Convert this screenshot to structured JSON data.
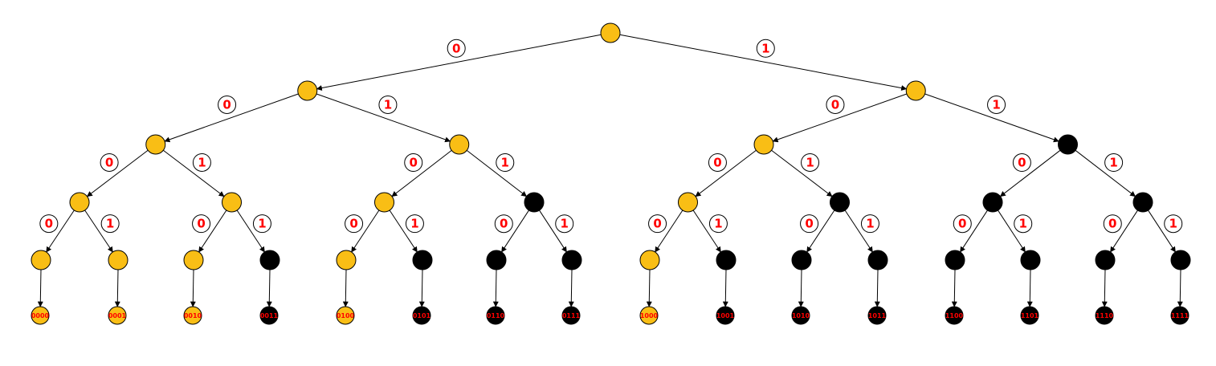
{
  "colors": {
    "on_path": "#f9be15",
    "off_path": "#000000",
    "label_text": "#ff0000",
    "edge": "#000000",
    "badge_fill": "#ffffff"
  },
  "edge_labels": {
    "left": "0",
    "right": "1"
  },
  "root": {
    "state": "on",
    "children": [
      {
        "state": "on",
        "children": [
          {
            "state": "on",
            "children": [
              {
                "state": "on",
                "children": [
                  {
                    "state": "on",
                    "leaf": "0000"
                  },
                  {
                    "state": "on",
                    "leaf": "0001"
                  }
                ]
              },
              {
                "state": "on",
                "children": [
                  {
                    "state": "on",
                    "leaf": "0010"
                  },
                  {
                    "state": "off",
                    "leaf": "0011"
                  }
                ]
              }
            ]
          },
          {
            "state": "on",
            "children": [
              {
                "state": "on",
                "children": [
                  {
                    "state": "on",
                    "leaf": "0100"
                  },
                  {
                    "state": "off",
                    "leaf": "0101"
                  }
                ]
              },
              {
                "state": "off",
                "children": [
                  {
                    "state": "off",
                    "leaf": "0110"
                  },
                  {
                    "state": "off",
                    "leaf": "0111"
                  }
                ]
              }
            ]
          }
        ]
      },
      {
        "state": "on",
        "children": [
          {
            "state": "on",
            "children": [
              {
                "state": "on",
                "children": [
                  {
                    "state": "on",
                    "leaf": "1000"
                  },
                  {
                    "state": "off",
                    "leaf": "1001"
                  }
                ]
              },
              {
                "state": "off",
                "children": [
                  {
                    "state": "off",
                    "leaf": "1010"
                  },
                  {
                    "state": "off",
                    "leaf": "1011"
                  }
                ]
              }
            ]
          },
          {
            "state": "off",
            "children": [
              {
                "state": "off",
                "children": [
                  {
                    "state": "off",
                    "leaf": "1100"
                  },
                  {
                    "state": "off",
                    "leaf": "1101"
                  }
                ]
              },
              {
                "state": "off",
                "children": [
                  {
                    "state": "off",
                    "leaf": "1110"
                  },
                  {
                    "state": "off",
                    "leaf": "1111"
                  }
                ]
              }
            ]
          }
        ]
      }
    ]
  }
}
